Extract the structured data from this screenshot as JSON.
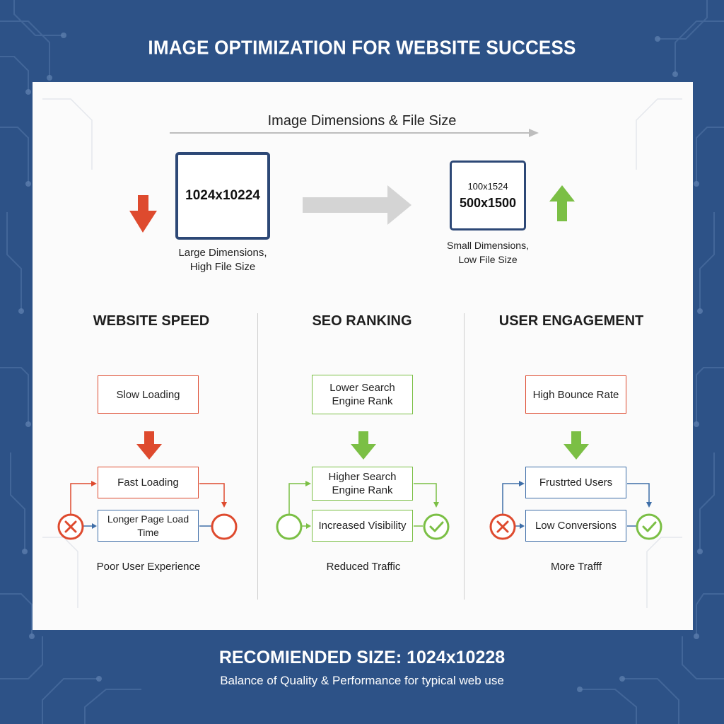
{
  "title": "IMAGE OPTIMIZATION FOR WEBSITE SUCCESS",
  "dimensions_label": "Image Dimensions & File Size",
  "large_image": {
    "value": "1024x10224",
    "caption_line1": "Large Dimensions,",
    "caption_line2": "High File Size"
  },
  "small_image": {
    "value_top": "100x1524",
    "value_main": "500x1500",
    "caption_line1": "Small Dimensions,",
    "caption_line2": "Low File Size"
  },
  "columns": [
    {
      "title": "WEBSITE SPEED",
      "top_box": "Slow Loading",
      "mid_box": "Fast Loading",
      "bottom_box": "Longer Page Load Time",
      "footer": "Poor User Experience"
    },
    {
      "title": "SEO RANKING",
      "top_box": "Lower Search Engine Rank",
      "mid_box": "Higher Search Engine Rank",
      "bottom_box": "Increased Visibility",
      "footer": "Reduced Traffic"
    },
    {
      "title": "USER ENGAGEMENT",
      "top_box": "High Bounce Rate",
      "mid_box": "Frustrted Users",
      "bottom_box": "Low Conversions",
      "footer": "More Trafff"
    }
  ],
  "recommendation": {
    "headline": "RECOMIENDED SIZE: 1024x10228",
    "subline": "Balance of Quality & Performance for typical web use"
  },
  "colors": {
    "background": "#2d5287",
    "red": "#de4a2e",
    "green": "#7bbf45",
    "blue": "#3e6ea8",
    "frame": "#2d4876"
  }
}
